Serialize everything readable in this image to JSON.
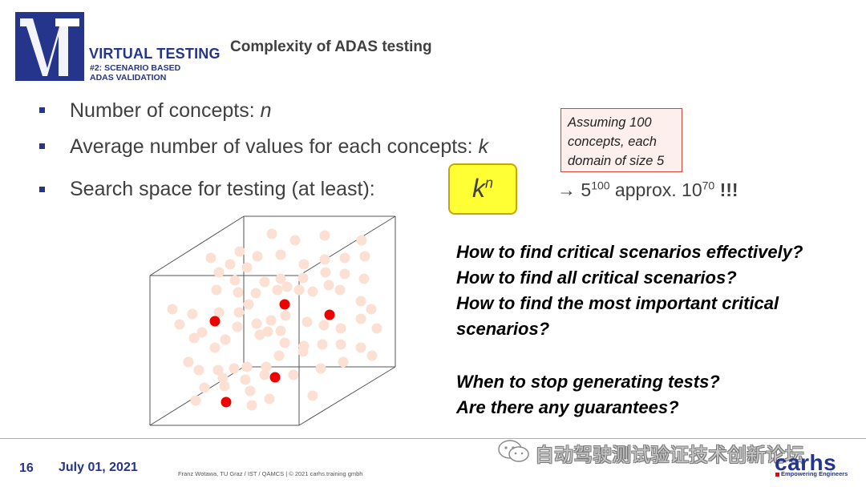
{
  "header": {
    "logo_title": "VIRTUAL TESTING",
    "logo_subtitle_line1": "#2: SCENARIO BASED",
    "logo_subtitle_line2": "ADAS VALIDATION",
    "slide_title": "Complexity of ADAS testing"
  },
  "bullets": [
    {
      "text": "Number of concepts: ",
      "var": "n"
    },
    {
      "text": "Average number of values for each concepts: ",
      "var": "k"
    },
    {
      "text": "Search space for testing (at least):"
    }
  ],
  "note_box": {
    "line1": "Assuming 100",
    "line2": "concepts, each",
    "line3": "domain of size 5"
  },
  "formula": {
    "base": "k",
    "exponent": "n"
  },
  "approximation": {
    "arrow_base": "→ 5",
    "exp1": "100",
    "mid": " approx. 10",
    "exp2": "70",
    "emphasis": " !!!"
  },
  "questions": [
    "How to find critical scenarios effectively?",
    "How to find all critical scenarios?",
    "How to find the most important critical",
    "scenarios?",
    "When to stop generating tests?",
    "Are there any guarantees?"
  ],
  "footer": {
    "page_number": "16",
    "date": "July 01, 2021",
    "credit": "Franz Wotawa, TU Graz / IST / QAMCS | © 2021 carhs.training gmbh",
    "watermark": "自动驾驶测试验证技术创新论坛",
    "brand": "carhs",
    "brand_tagline": "Empowering Engineers"
  },
  "colors": {
    "brand_blue": "#24358b",
    "critical_point": "#ee0000",
    "sample_point": "#fbe0d3",
    "highlight_yellow": "#ffff33"
  }
}
